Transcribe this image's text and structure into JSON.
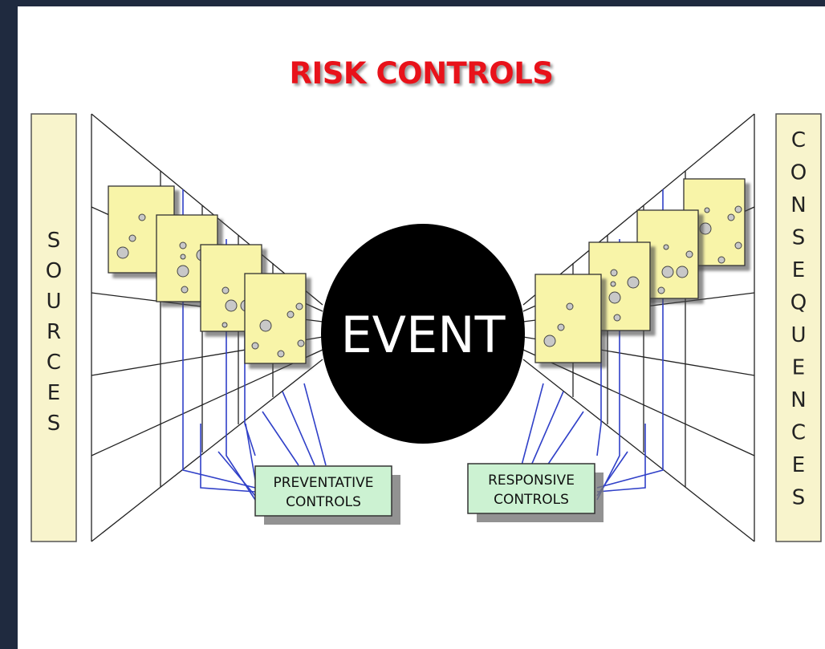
{
  "title": "RISK CONTROLS",
  "sources_label": "SOURCES",
  "consequences_label": "CONSEQUENCES",
  "event_label": "EVENT",
  "preventative_label": [
    "PREVENTATIVE",
    "CONTROLS"
  ],
  "responsive_label": [
    "RESPONSIVE",
    "CONTROLS"
  ],
  "colors": {
    "title": "#e8121a",
    "panel": "#f8f4cc",
    "slice": "#f8f4a8",
    "control_box": "#ccf2d2",
    "control_lines": "#3040c8",
    "event": "#000000"
  }
}
